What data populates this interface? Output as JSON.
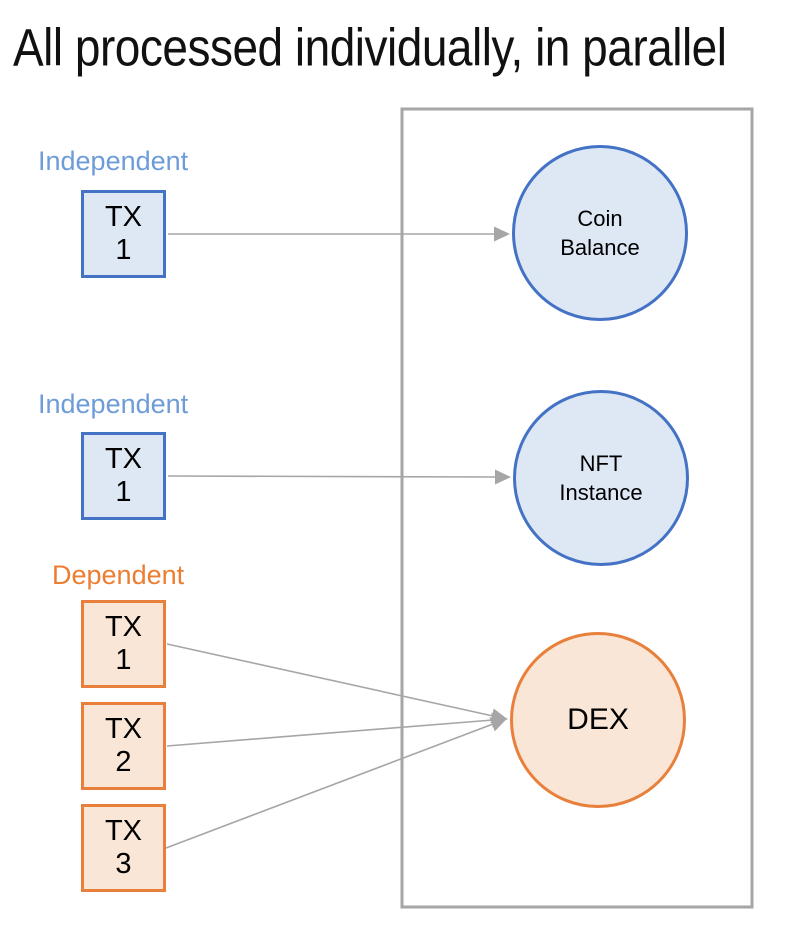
{
  "title": "All processed individually, in parallel",
  "colors": {
    "blue_border": "#4472C4",
    "blue_fill": "#DEE8F5",
    "blue_label": "#6D9CD8",
    "orange_border": "#E8803C",
    "orange_fill": "#FAE6D6",
    "orange_label": "#ED7D31",
    "connector": "#A6A6A6",
    "frame": "#A6A6A6",
    "text": "#1A1A1A"
  },
  "groups": {
    "independent1": {
      "label": "Independent",
      "box": {
        "line1": "TX",
        "line2": "1"
      },
      "target": {
        "line1": "Coin",
        "line2": "Balance"
      }
    },
    "independent2": {
      "label": "Independent",
      "box": {
        "line1": "TX",
        "line2": "1"
      },
      "target": {
        "line1": "NFT",
        "line2": "Instance"
      }
    },
    "dependent": {
      "label": "Dependent",
      "boxes": [
        {
          "line1": "TX",
          "line2": "1"
        },
        {
          "line1": "TX",
          "line2": "2"
        },
        {
          "line1": "TX",
          "line2": "3"
        }
      ],
      "target": {
        "label": "DEX"
      }
    }
  }
}
